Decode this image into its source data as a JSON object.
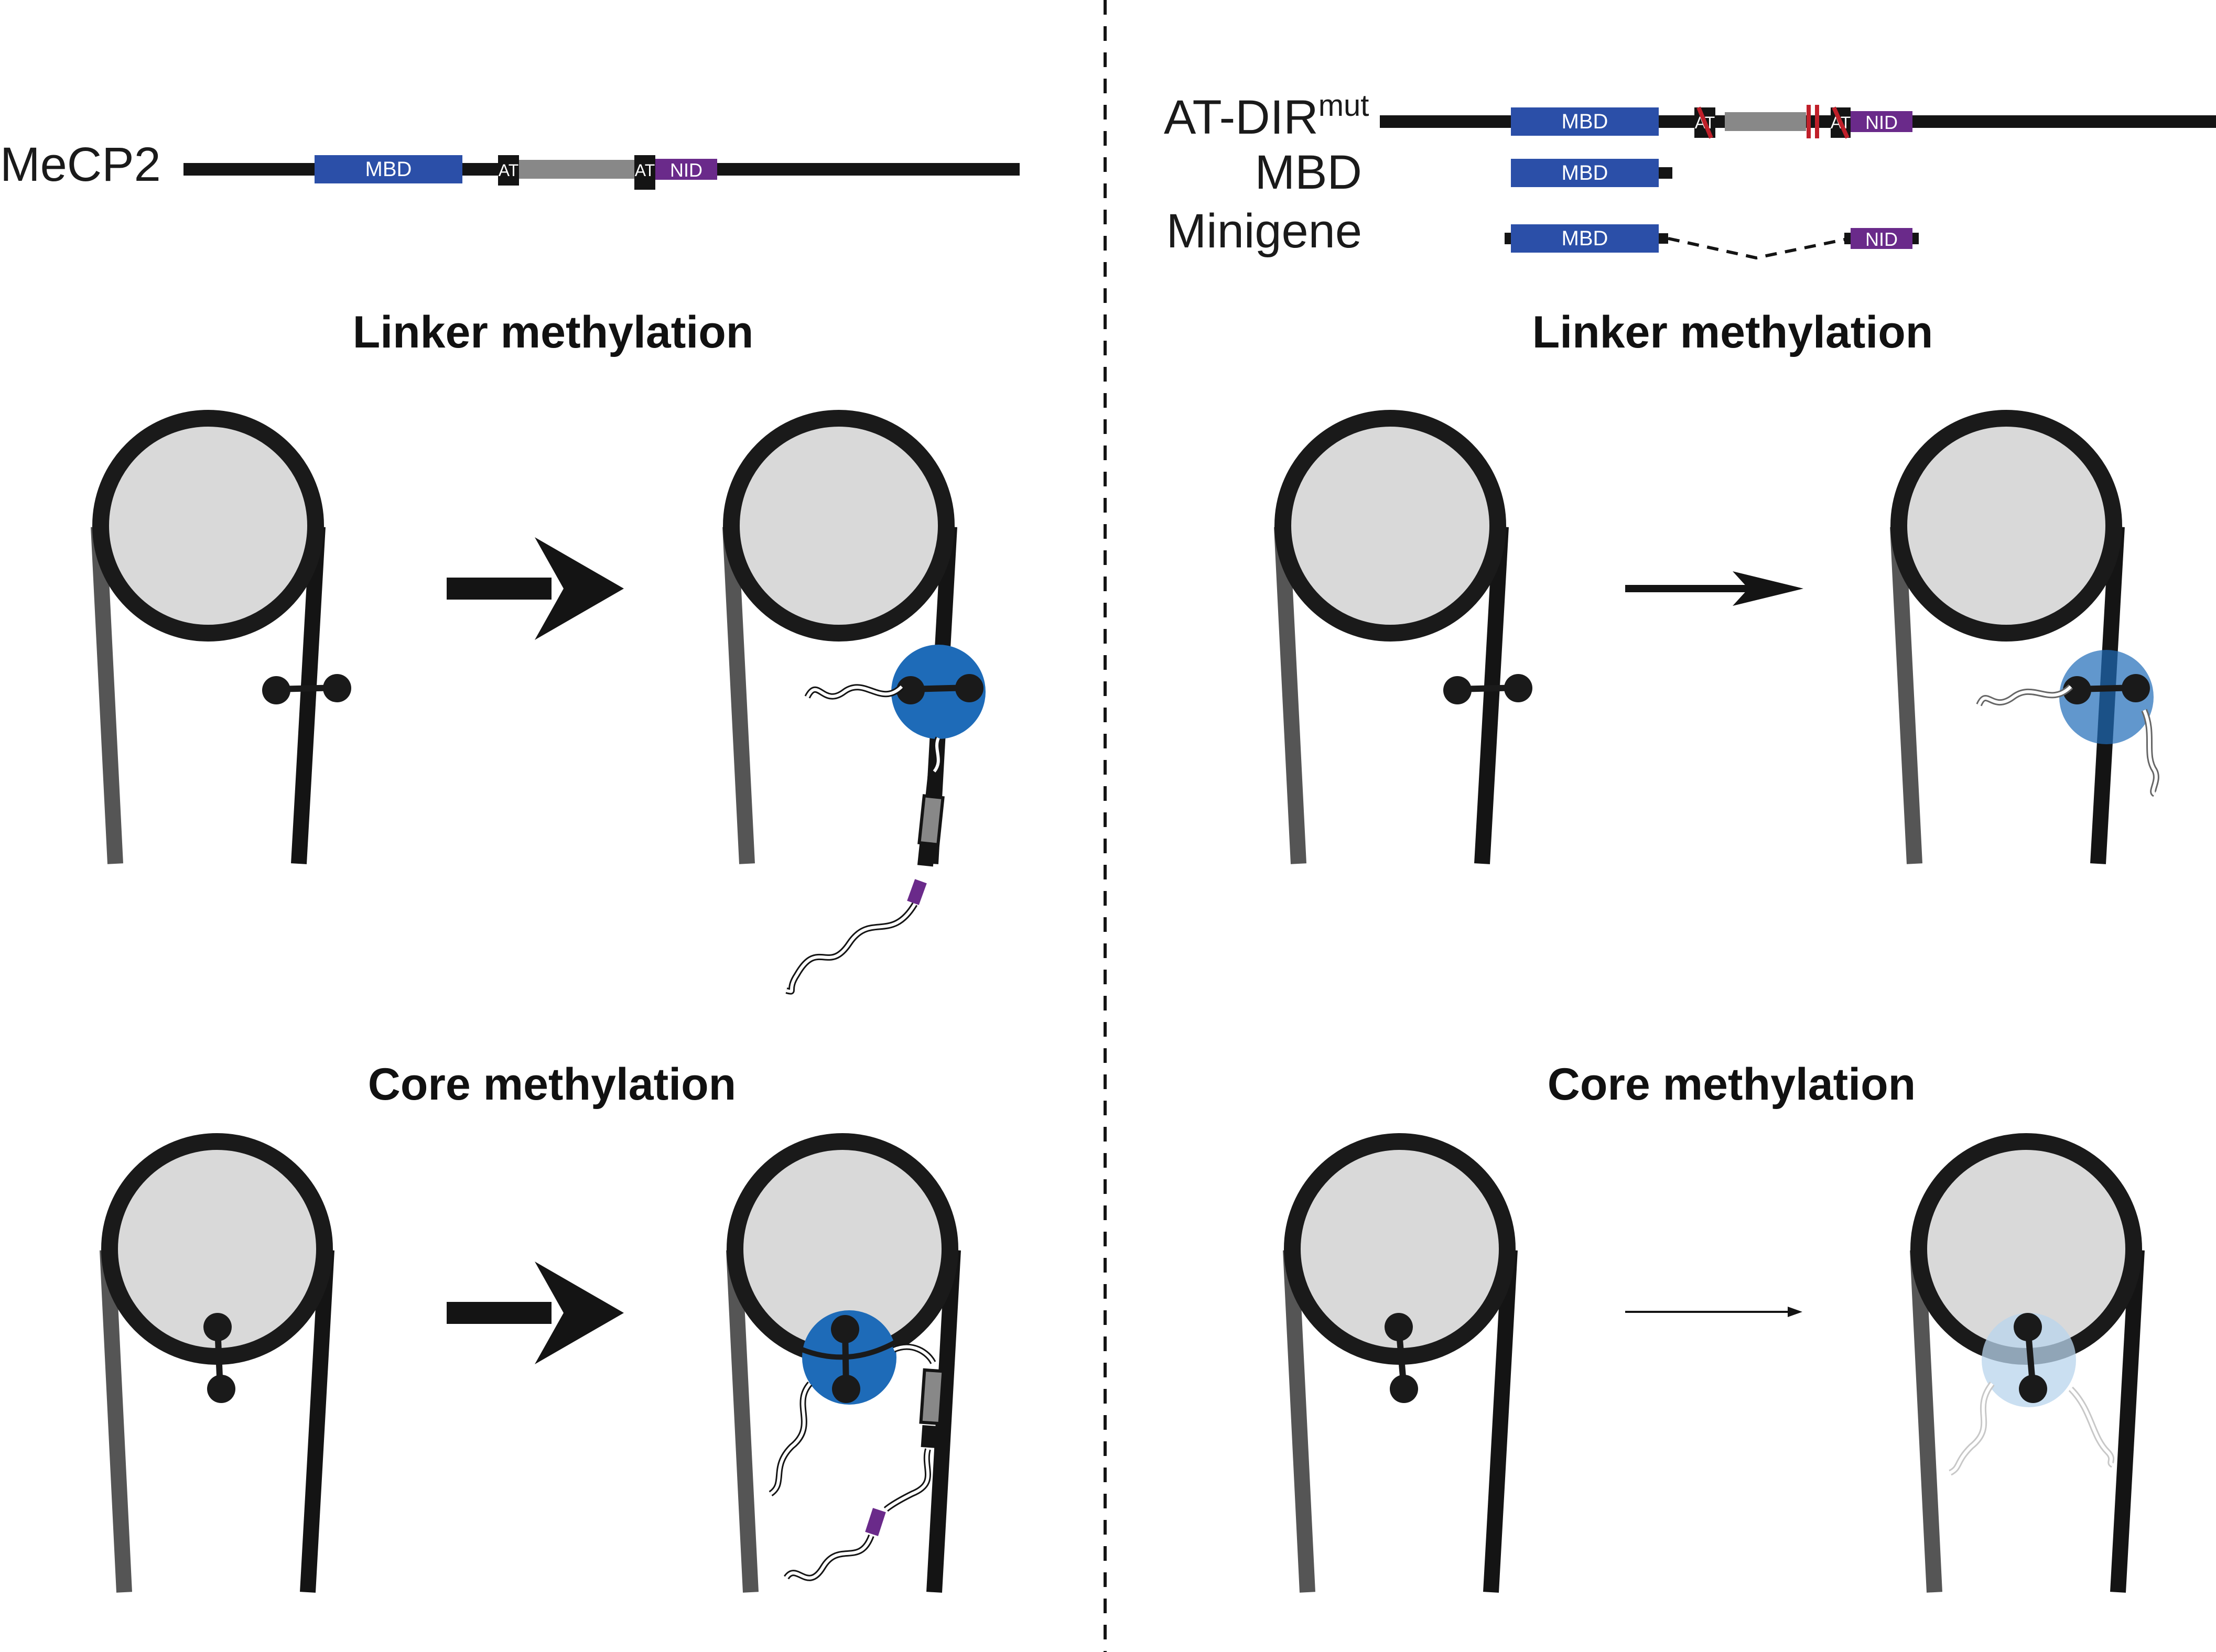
{
  "colors": {
    "mbd": "#2b4fa8",
    "nid": "#6a2a8a",
    "linker": "#888888",
    "line": "#141414",
    "histone": "#d9d9d9",
    "mecp2_circle": "#1e6bb8",
    "mutation": "#c0202a",
    "tail": "#ffffff"
  },
  "left": {
    "construct": {
      "name": "MeCP2",
      "mbd_label": "MBD",
      "at1_label": "AT",
      "at2_label": "AT",
      "nid_label": "NID"
    },
    "linker_title": "Linker methylation",
    "core_title": "Core methylation",
    "arrow_strength": "strong"
  },
  "right": {
    "constructs": {
      "atdir_name": "AT-DIR",
      "atdir_sup": "mut",
      "mbd_name": "MBD",
      "minigene_name": "Minigene",
      "mbd_label": "MBD",
      "at1_label": "AT",
      "at2_label": "AT",
      "nid_label": "NID"
    },
    "linker_title": "Linker methylation",
    "core_title": "Core methylation",
    "arrow_linker": "medium",
    "arrow_core": "weak"
  }
}
